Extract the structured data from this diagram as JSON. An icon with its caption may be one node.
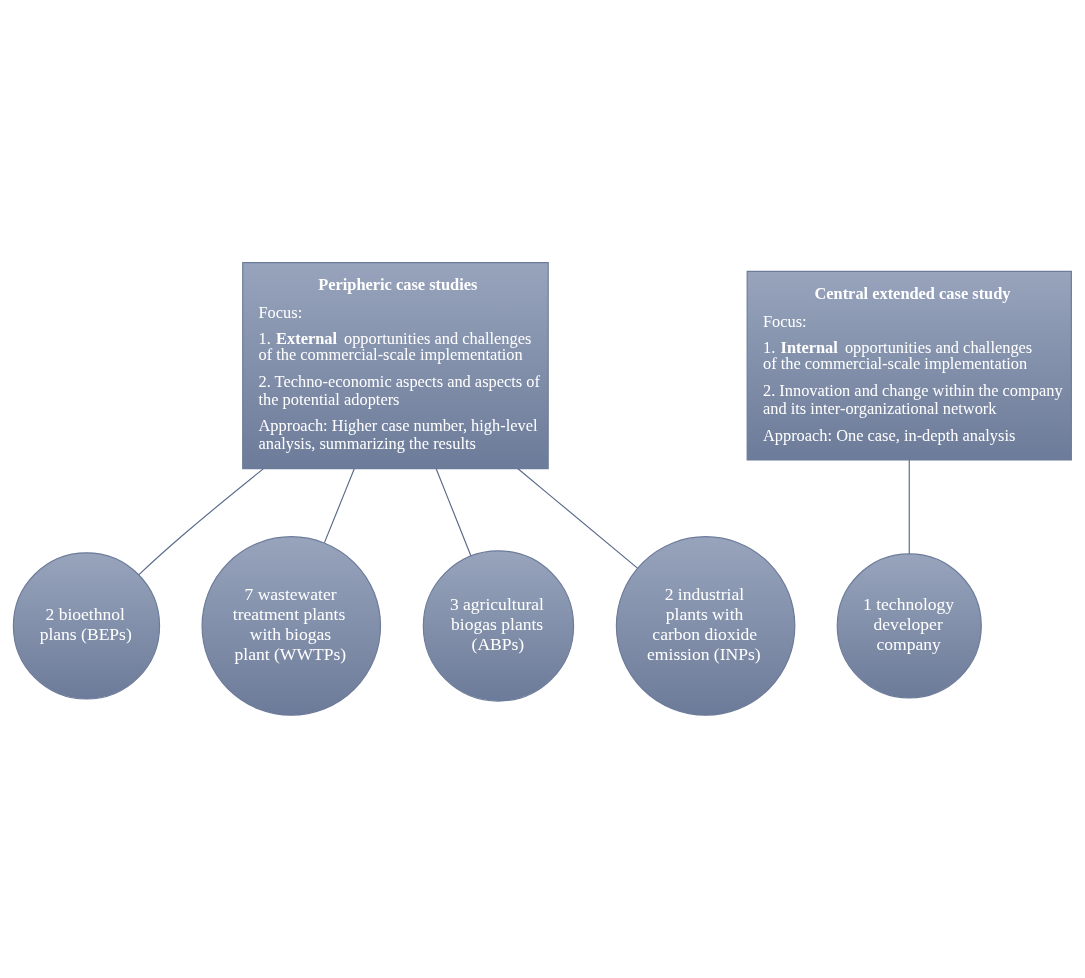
{
  "diagram": {
    "nodes": [
      {
        "text": [
          "2 bioethnol plans (BEPs)"
        ]
      },
      {
        "text": [
          "7 wastewater treatment plants with biogas plant (WWTPs)"
        ]
      },
      {
        "text": [
          "1 technology developer company"
        ]
      },
      {
        "text": [
          "3 agricultural biogas plants (ABPs)"
        ]
      },
      {
        "text": [
          "2 industrial plants with carbon dioxide emission (INPs)"
        ]
      },
      {
        "text": [
          "Peripheric case studies",
          "Focus:",
          "1. **External** opportunities and challenges of the commercial-scale implementation",
          "2. Techno-economic aspects and aspects of the potential adopters",
          "Approach: Higher case number, high-level analysis, summarizing the results"
        ]
      },
      {
        "text": [
          "Central extended case study",
          "Focus:",
          "1. **Internal** opportunities and challenges of the commercial-scale implementation",
          "2. Innovation and change within the company and its inter-organizational network",
          "Approach: One case, in-depth analysis"
        ]
      }
    ],
    "edges": [
      {
        "from": 5,
        "to": 0,
        "arrow": "none"
      },
      {
        "from": 5,
        "to": 1,
        "arrow": "none"
      },
      {
        "from": 5,
        "to": 4,
        "arrow": "none"
      },
      {
        "from": 5,
        "to": 3,
        "arrow": "none"
      },
      {
        "from": 6,
        "to": 2,
        "arrow": "none"
      }
    ]
  }
}
